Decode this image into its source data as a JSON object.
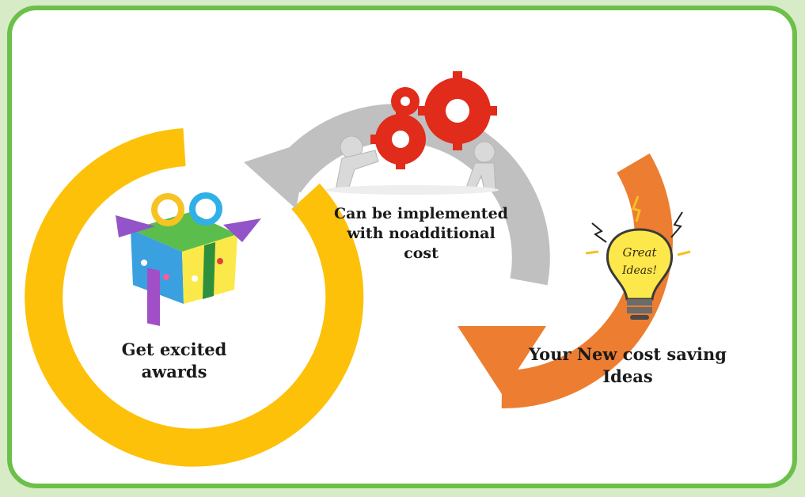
{
  "steps": [
    {
      "id": "awards",
      "lines": [
        "Get excited",
        "awards"
      ],
      "color": "#fdc109",
      "icon": "gift-box-icon"
    },
    {
      "id": "implemented",
      "lines": [
        "Can be implemented",
        "with noadditional",
        "cost"
      ],
      "color": "#c0c0c0",
      "icon": "gears-people-icon"
    },
    {
      "id": "ideas",
      "lines": [
        "Your New cost saving",
        "Ideas"
      ],
      "color": "#ed7d31",
      "icon": "lightbulb-icon"
    }
  ],
  "bulb_text": [
    "Great",
    "Ideas!"
  ],
  "colors": {
    "frame_border": "#6cc04a",
    "frame_fill": "#ffffff",
    "background": "#d6ebc6"
  }
}
